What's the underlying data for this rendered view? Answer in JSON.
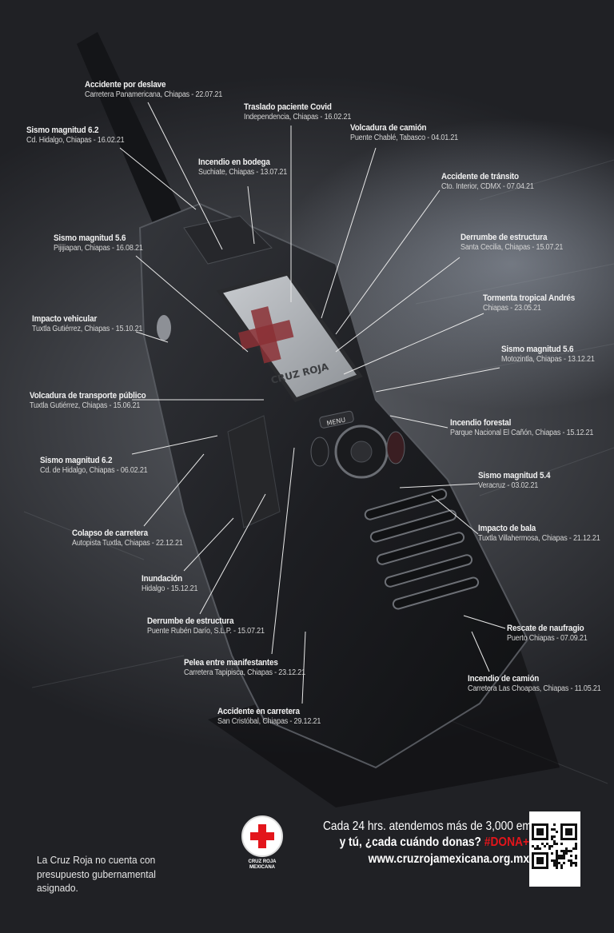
{
  "labels": [
    {
      "title": "Accidente por deslave",
      "detail": "Carretera Panamericana, Chiapas - 22.07.21"
    },
    {
      "title": "Traslado paciente Covid",
      "detail": "Independencia, Chiapas - 16.02.21"
    },
    {
      "title": "Sismo magnitud 6.2",
      "detail": "Cd. Hidalgo, Chiapas - 16.02.21"
    },
    {
      "title": "Volcadura de camión",
      "detail": "Puente Chablé, Tabasco - 04.01.21"
    },
    {
      "title": "Incendio en bodega",
      "detail": "Suchiate, Chiapas - 13.07.21"
    },
    {
      "title": "Accidente de tránsito",
      "detail": "Cto. Interior, CDMX - 07.04.21"
    },
    {
      "title": "Derrumbe de estructura",
      "detail": "Santa Cecilia, Chiapas - 15.07.21"
    },
    {
      "title": "Sismo magnitud 5.6",
      "detail": "Pijijiapan, Chiapas - 16.08.21"
    },
    {
      "title": "Tormenta tropical Andrés",
      "detail": "Chiapas - 23.05.21"
    },
    {
      "title": "Impacto vehicular",
      "detail": "Tuxtla Gutiérrez, Chiapas - 15.10.21"
    },
    {
      "title": "Sismo magnitud 5.6",
      "detail": "Motozintla, Chiapas - 13.12.21"
    },
    {
      "title": "Volcadura de transporte público",
      "detail": "Tuxtla Gutiérrez, Chiapas - 15.06.21"
    },
    {
      "title": "Incendio forestal",
      "detail": "Parque Nacional El Cañón, Chiapas - 15.12.21"
    },
    {
      "title": "Sismo magnitud 6.2",
      "detail": "Cd. de Hidalgo, Chiapas - 06.02.21"
    },
    {
      "title": "Sismo magnitud 5.4",
      "detail": "Veracruz - 03.02.21"
    },
    {
      "title": "Colapso de carretera",
      "detail": "Autopista Tuxtla, Chiapas - 22.12.21"
    },
    {
      "title": "Impacto de bala",
      "detail": "Tuxtla Villahermosa, Chiapas - 21.12.21"
    },
    {
      "title": "Inundación",
      "detail": "Hidalgo - 15.12.21"
    },
    {
      "title": "Derrumbe de estructura",
      "detail": "Puente Rubén Darío, S.L.P. - 15.07.21"
    },
    {
      "title": "Rescate de naufragio",
      "detail": "Puerto Chiapas - 07.09.21"
    },
    {
      "title": "Pelea entre manifestantes",
      "detail": "Carretera Tapipisca, Chiapas - 23.12.21"
    },
    {
      "title": "Incendio de camión",
      "detail": "Carretera Las Choapas, Chiapas - 11.05.21"
    },
    {
      "title": "Accidente en carretera",
      "detail": "San Cristóbal, Chiapas - 29.12.21"
    }
  ],
  "radio": {
    "screen_text": "CRUZ ROJA",
    "menu_label": "MENU"
  },
  "footer": {
    "note": "La Cruz Roja no cuenta con presupuesto gubernamental asignado.",
    "logo_text": "CRUZ ROJA MEXICANA",
    "line1": "Cada 24 hrs. atendemos más de 3,000 emergencias",
    "line2": "y tú, ¿cada cuándo donas?",
    "hashtag": "#DONA+",
    "website": "www.cruzrojamexicana.org.mx"
  },
  "colors": {
    "brand_red": "#e3151b",
    "text": "#f2f2f2",
    "background": "#2b2c30"
  }
}
